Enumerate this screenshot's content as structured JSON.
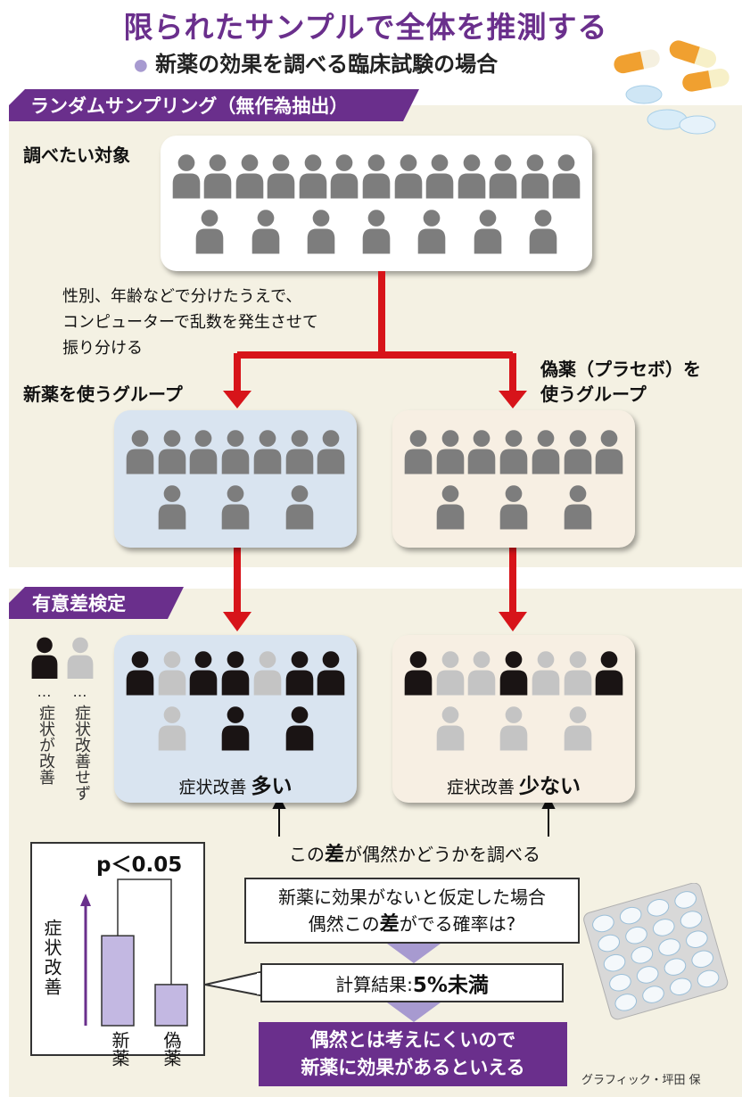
{
  "title": "限られたサンプルで全体を推測する",
  "subtitle_bullet": "●",
  "subtitle": "新薬の効果を調べる臨床試験の場合",
  "section1_label": "ランダムサンプリング（無作為抽出）",
  "population_label": "調べたい対象",
  "split_note": [
    "性別、年齢などで分けたうえで、",
    "コンピューターで乱数を発生させて",
    "振り分ける"
  ],
  "group_new_label": "新薬を使うグループ",
  "group_placebo_label": [
    "偽薬（プラセボ）を",
    "使うグループ"
  ],
  "section2_label": "有意差検定",
  "legend_improved_dots": "…",
  "legend_improved": "症状が改善",
  "legend_not_improved_dots": "…",
  "legend_not_improved": "症状改善せず",
  "result_new_prefix": "症状改善",
  "result_new_strong": "多い",
  "result_placebo_prefix": "症状改善",
  "result_placebo_strong": "少ない",
  "difference_prefix": "この",
  "difference_strong": "差",
  "difference_suffix": "が偶然かどうかを調べる",
  "hypothesis_line1": "新薬に効果がないと仮定した場合",
  "hypothesis_line2_prefix": "偶然この",
  "hypothesis_line2_strong": "差",
  "hypothesis_line2_suffix": "がでる確率は?",
  "calc_prefix": "計算結果:",
  "calc_strong": "5%未満",
  "conclusion_line1": "偶然とは考えにくいので",
  "conclusion_line2": "新薬に効果があるといえる",
  "credit": "グラフィック・坪田 保",
  "colors": {
    "purple": "#6a2f8c",
    "red": "#d7141a",
    "person_gray": "#7d7d7d",
    "person_black": "#1a1414",
    "person_light": "#c4c4c4",
    "new_group_bg": "#d9e4f0",
    "placebo_group_bg": "#f7efe3",
    "section_bg": "#f4f1e3",
    "bar": "#c3b8e2"
  },
  "population": {
    "rows": 2,
    "per_row": 10
  },
  "group_new_people": {
    "rows": 2,
    "per_row": 5
  },
  "group_placebo_people": {
    "rows": 2,
    "per_row": 5
  },
  "result_new_pattern": [
    "improved",
    "not",
    "improved",
    "improved",
    "not",
    "improved",
    "improved",
    "not",
    "improved",
    "improved"
  ],
  "result_placebo_pattern": [
    "improved",
    "not",
    "not",
    "improved",
    "not",
    "not",
    "improved",
    "not",
    "not",
    "not"
  ],
  "chart_data": {
    "type": "bar",
    "categories": [
      "新薬",
      "偽薬"
    ],
    "values": [
      0.7,
      0.32
    ],
    "ylabel": "症状改善",
    "annotation": "p＜0.05",
    "ylim": [
      0,
      1
    ],
    "grid": false
  }
}
